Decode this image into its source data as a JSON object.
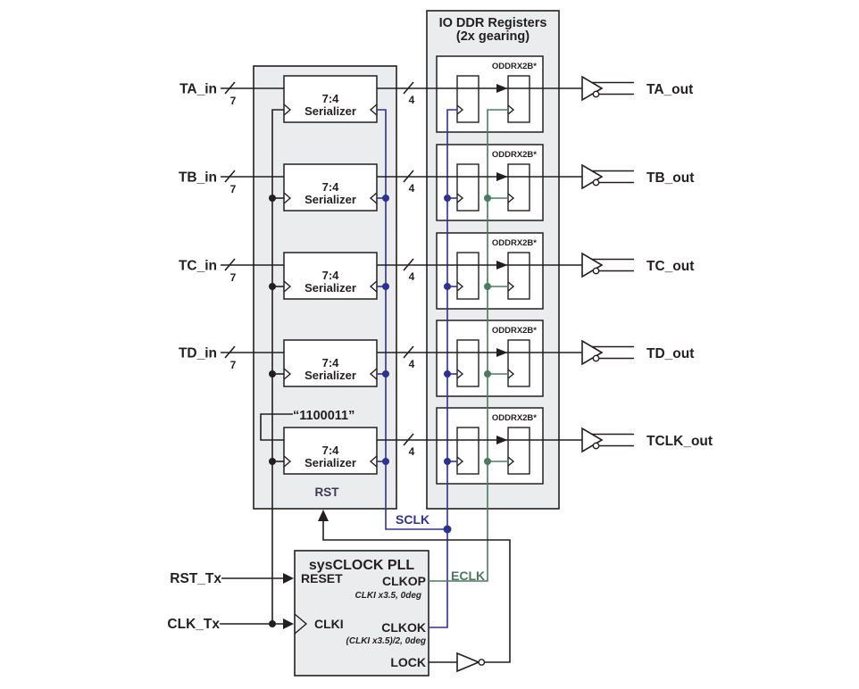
{
  "diagram": {
    "io_ddr": {
      "title1": "IO DDR Registers",
      "title2": "(2x gearing)",
      "cell": "ODDRX2B*"
    },
    "serializer": {
      "l1": "7:4",
      "l2": "Serializer",
      "rst": "RST",
      "pattern": "“1100011”"
    },
    "rows": [
      {
        "input": "TA_in",
        "output": "TA_out",
        "in_w": "7",
        "out_w": "4"
      },
      {
        "input": "TB_in",
        "output": "TB_out",
        "in_w": "7",
        "out_w": "4"
      },
      {
        "input": "TC_in",
        "output": "TC_out",
        "in_w": "7",
        "out_w": "4"
      },
      {
        "input": "TD_in",
        "output": "TD_out",
        "in_w": "7",
        "out_w": "4"
      },
      {
        "input": "",
        "output": "TCLK_out",
        "in_w": "",
        "out_w": "4"
      }
    ],
    "pll": {
      "title": "sysCLOCK PLL",
      "reset": "RESET",
      "clki": "CLKI",
      "clkop": "CLKOP",
      "clkop_note": "CLKI x3.5,  0deg",
      "clkok": "CLKOK",
      "clkok_note": "(CLKI x3.5)/2, 0deg",
      "lock": "LOCK"
    },
    "signals": {
      "sclk": "SCLK",
      "eclk": "ECLK",
      "rst_tx": "RST_Tx",
      "clk_tx": "CLK_Tx"
    },
    "colors": {
      "ink": "#231f20",
      "sclk_blue": "#2e3192",
      "eclk_green": "#4a7a5f",
      "panel_gray": "#ebecee"
    }
  }
}
